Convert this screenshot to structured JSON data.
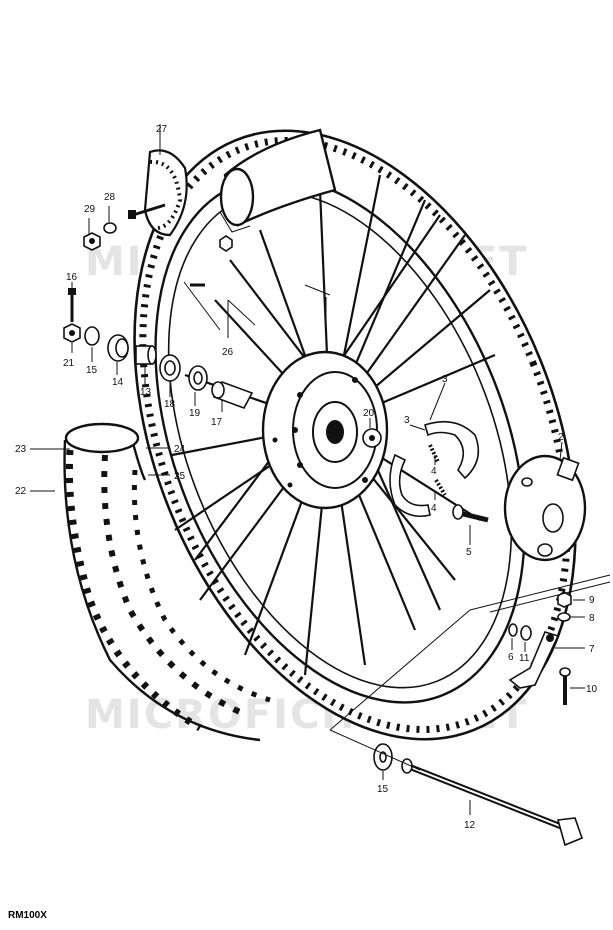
{
  "watermark": "MICROFICHES.NET",
  "diagram_code": "RM100X",
  "part_numbers": {
    "p2": "2",
    "p3": "3",
    "p4a": "4",
    "p4b": "4",
    "p5": "5",
    "p6": "6",
    "p7": "7",
    "p8": "8",
    "p9": "9",
    "p10": "10",
    "p11": "11",
    "p12": "12",
    "p13": "13",
    "p14": "14",
    "p15a": "15",
    "p15b": "15",
    "p16": "16",
    "p17": "17",
    "p18": "18",
    "p19": "19",
    "p20": "20",
    "p21": "21",
    "p22": "22",
    "p23": "23",
    "p24": "24",
    "p25": "25",
    "p26": "26",
    "p27": "27",
    "p28": "28",
    "p29": "29"
  }
}
